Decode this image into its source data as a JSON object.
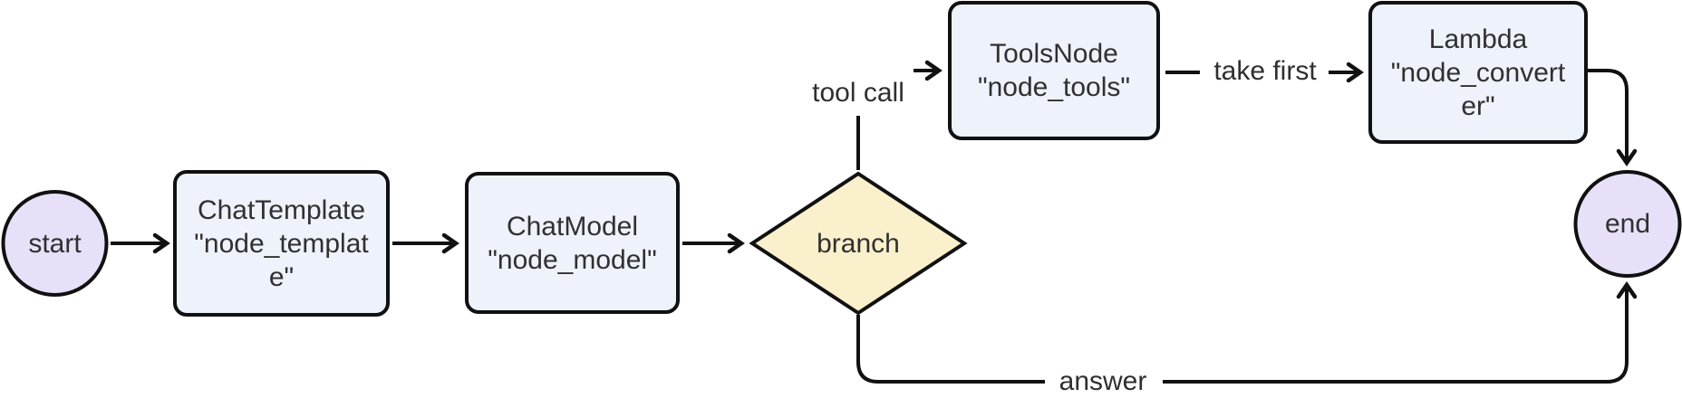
{
  "diagram": {
    "type": "flowchart",
    "direction": "left-to-right",
    "nodes": {
      "start": {
        "id": "start",
        "shape": "circle",
        "label": "start"
      },
      "template": {
        "id": "node_template",
        "shape": "rounded-rect",
        "type_name": "ChatTemplate",
        "label": "ChatTemplate\n\"node_templat\ne\""
      },
      "model": {
        "id": "node_model",
        "shape": "rounded-rect",
        "type_name": "ChatModel",
        "label": "ChatModel\n\"node_model\""
      },
      "branch": {
        "id": "branch",
        "shape": "diamond",
        "label": "branch"
      },
      "tools": {
        "id": "node_tools",
        "shape": "rounded-rect",
        "type_name": "ToolsNode",
        "label": "ToolsNode\n\"node_tools\""
      },
      "converter": {
        "id": "node_converter",
        "shape": "rounded-rect",
        "type_name": "Lambda",
        "label": "Lambda\n\"node_convert\ner\""
      },
      "end": {
        "id": "end",
        "shape": "circle",
        "label": "end"
      }
    },
    "edge_labels": {
      "tool_call": "tool call",
      "take_first": "take first",
      "answer": "answer"
    },
    "edges": [
      {
        "from": "start",
        "to": "node_template",
        "label": ""
      },
      {
        "from": "node_template",
        "to": "node_model",
        "label": ""
      },
      {
        "from": "node_model",
        "to": "branch",
        "label": ""
      },
      {
        "from": "branch",
        "to": "node_tools",
        "label": "tool call"
      },
      {
        "from": "node_tools",
        "to": "node_converter",
        "label": "take first"
      },
      {
        "from": "node_converter",
        "to": "end",
        "label": ""
      },
      {
        "from": "branch",
        "to": "end",
        "label": "answer"
      }
    ],
    "colors": {
      "terminal_fill": "#E7E0F8",
      "process_fill": "#EDF2FB",
      "decision_fill": "#FAF0CC",
      "stroke": "#111111",
      "text": "#303030"
    }
  }
}
